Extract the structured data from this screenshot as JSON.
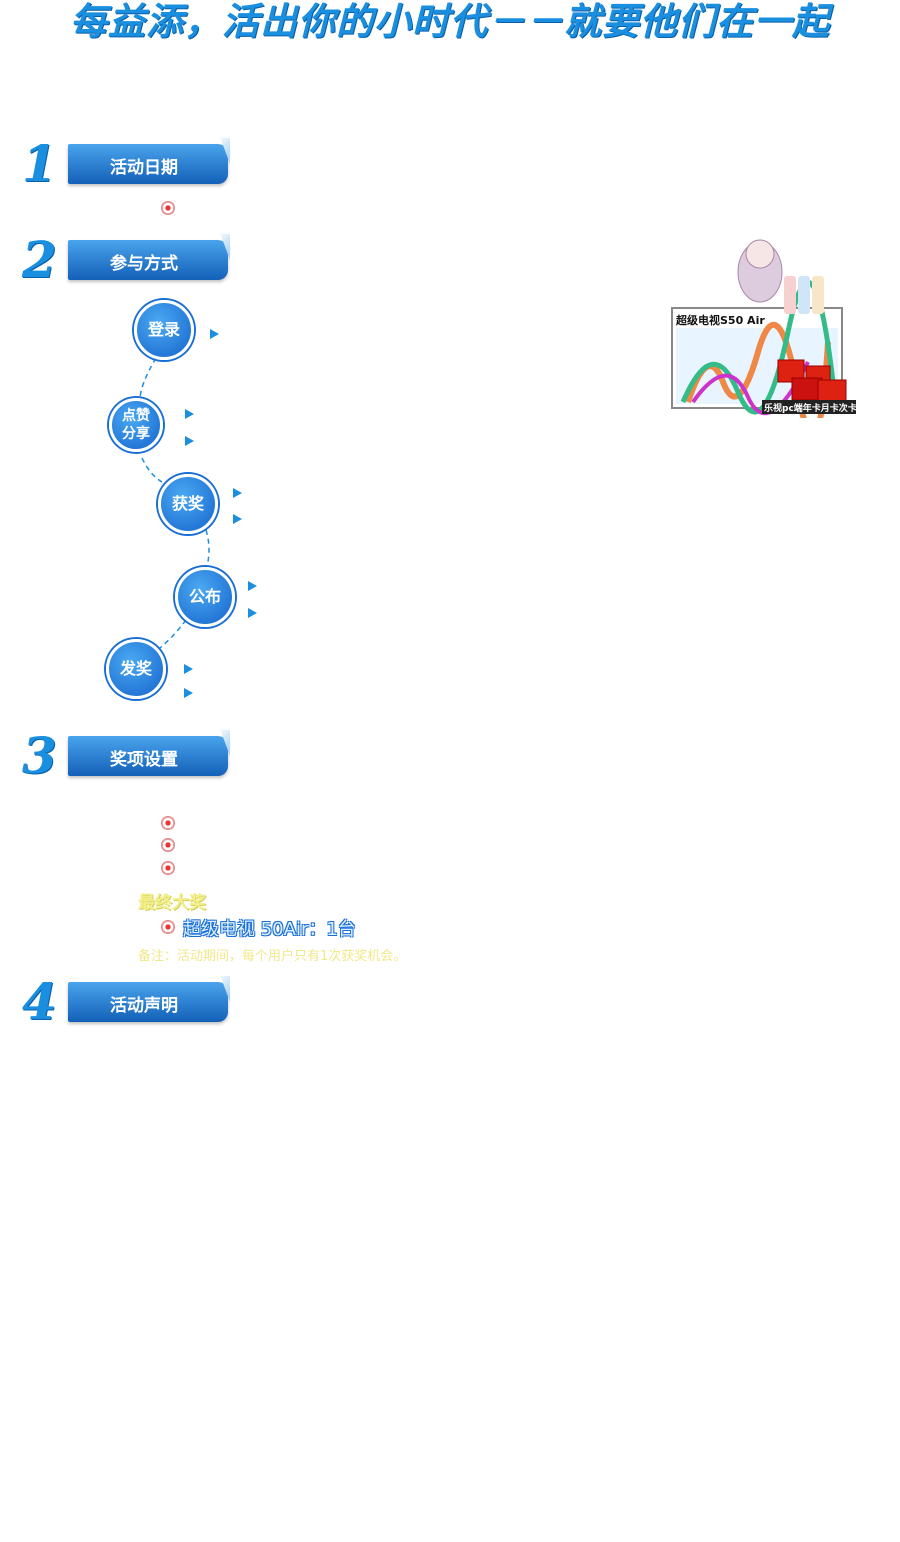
{
  "page": {
    "title": "每益添，活出你的小时代－－就要他们在一起"
  },
  "sections": [
    {
      "num": "1",
      "label": "活动日期"
    },
    {
      "num": "2",
      "label": "参与方式"
    },
    {
      "num": "3",
      "label": "奖项设置"
    },
    {
      "num": "4",
      "label": "活动声明"
    }
  ],
  "steps": [
    {
      "label": "登录"
    },
    {
      "label": "点赞分享"
    },
    {
      "label": "获奖"
    },
    {
      "label": "公布"
    },
    {
      "label": "发奖"
    }
  ],
  "prizes": {
    "grand_title": "最终大奖",
    "grand_prize": "超级电视 50Air：1台",
    "note": "备注：活动期间，每个用户只有1次获奖机会。"
  },
  "promo": {
    "tv_label": "超级电视S50  Air",
    "gift_label": "乐视pc端年卡月卡次卡"
  },
  "colors": {
    "accent": "#1a8fe0",
    "ribbon": "#1360b8",
    "highlight": "#f3ef8a"
  }
}
